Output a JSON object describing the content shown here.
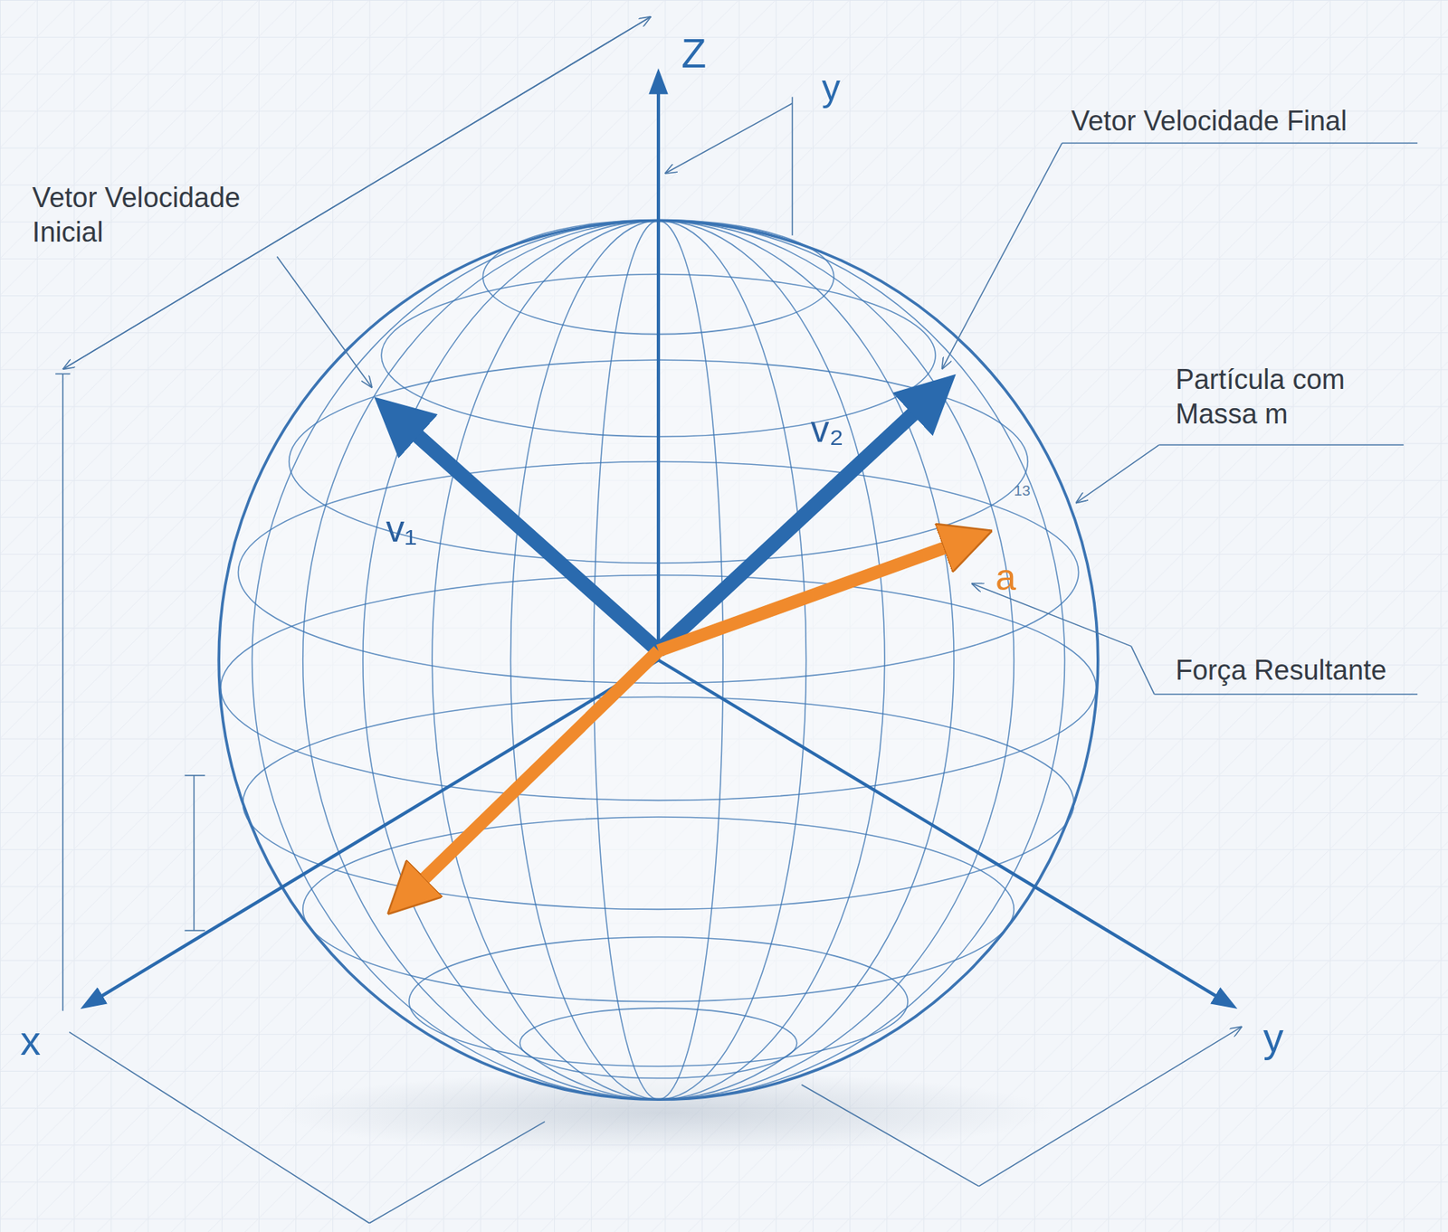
{
  "diagram": {
    "labels": [
      "Z",
      "y",
      "Vetor Velocidade Inicial",
      "Vetor Velocidade Final",
      "v₁",
      "v₂",
      "Partícula com Massa m",
      "13",
      "a",
      "Força Resultante",
      "x",
      "y"
    ]
  }
}
